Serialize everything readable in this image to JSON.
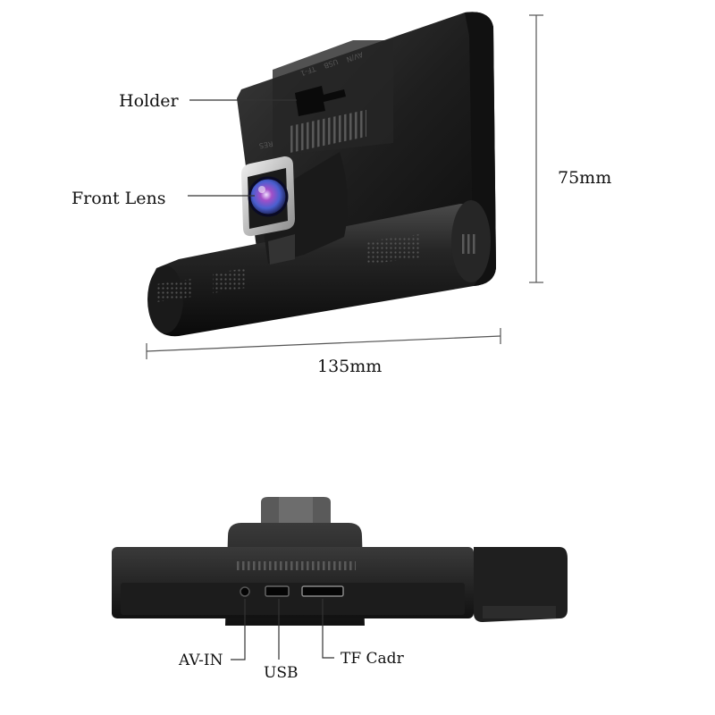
{
  "top_view": {
    "callouts": {
      "holder": "Holder",
      "front_lens": "Front Lens"
    },
    "dimensions": {
      "height": "75mm",
      "width": "135mm"
    },
    "housing_marks": {
      "av": "AV/N",
      "usb": "USB",
      "tf": "TF-1",
      "res": "RES"
    }
  },
  "bottom_view": {
    "ports": {
      "av_in": "AV-IN",
      "usb": "USB",
      "tf_card": "TF Cadr"
    }
  },
  "colors": {
    "body": "#1c1c1c",
    "body_highlight": "#3a3a3a",
    "lens_blue": "#4a5fd0",
    "lens_purple": "#a24fc8",
    "bezel": "#c8c8c8",
    "dimension_line": "#555555"
  }
}
